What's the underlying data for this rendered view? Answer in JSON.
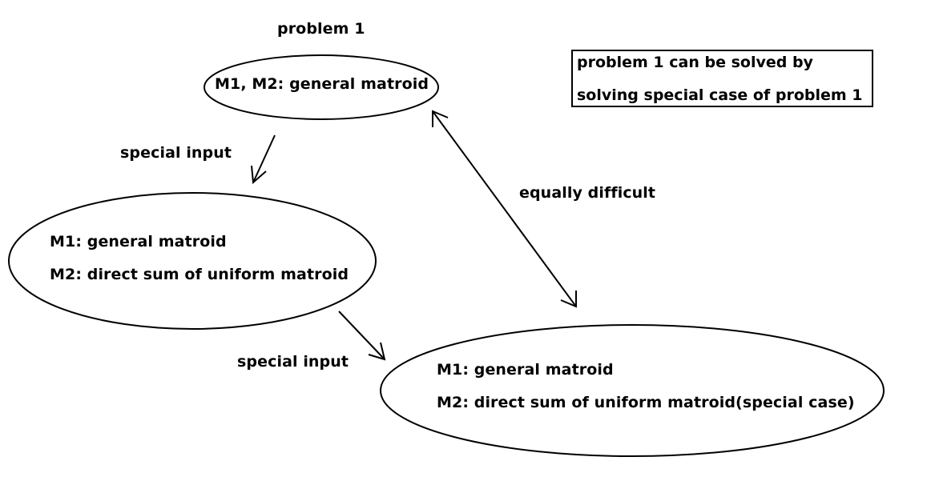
{
  "problem_title": "problem 1",
  "nodes": {
    "top": {
      "line1": "M1, M2: general matroid"
    },
    "left": {
      "line1": "M1: general matroid",
      "line2": "M2: direct sum of uniform matroid"
    },
    "bottom": {
      "line1": "M1: general matroid",
      "line2": "M2: direct sum of uniform matroid(special case)"
    }
  },
  "edges": {
    "top_to_left": "special input",
    "left_to_bottom": "special input",
    "top_bottom": "equally difficult"
  },
  "note": {
    "line1": "problem 1 can be solved by",
    "line2": "solving special case of problem 1"
  }
}
